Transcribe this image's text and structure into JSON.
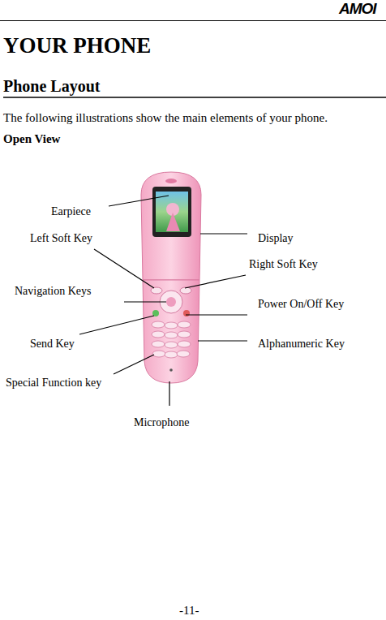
{
  "diagram": {
    "title": "YOUR PHONE",
    "labels": [
      "AMOI",
      "Phone Layout",
      "The following illustrations show the main elements of your phone.",
      "Open View",
      "Earpiece",
      "Left Soft Key",
      "Display",
      "Right Soft Key",
      "Navigation Keys",
      "Power On/Off Key",
      "Send Key",
      "Alphanumeric Key",
      "Special Function key",
      "Microphone",
      "-11-"
    ]
  }
}
